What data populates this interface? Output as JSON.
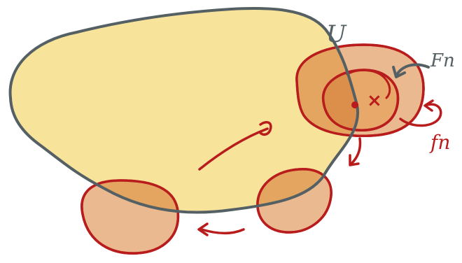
{
  "labels": {
    "domain": "U",
    "chart": "Fn",
    "map": "fn",
    "point": "×"
  },
  "colors": {
    "ink_gray": "#556064",
    "ink_red": "#b81c1c",
    "domain_fill": "#f8e39a",
    "patch_fill": "#ebb98f",
    "overlap_fill": "#e3a560",
    "inner_fill": "#dc8f4a",
    "background": "#ffffff"
  },
  "icons": {
    "motion_arrows": "curved-arrow",
    "point_marker": "cross-mark"
  }
}
